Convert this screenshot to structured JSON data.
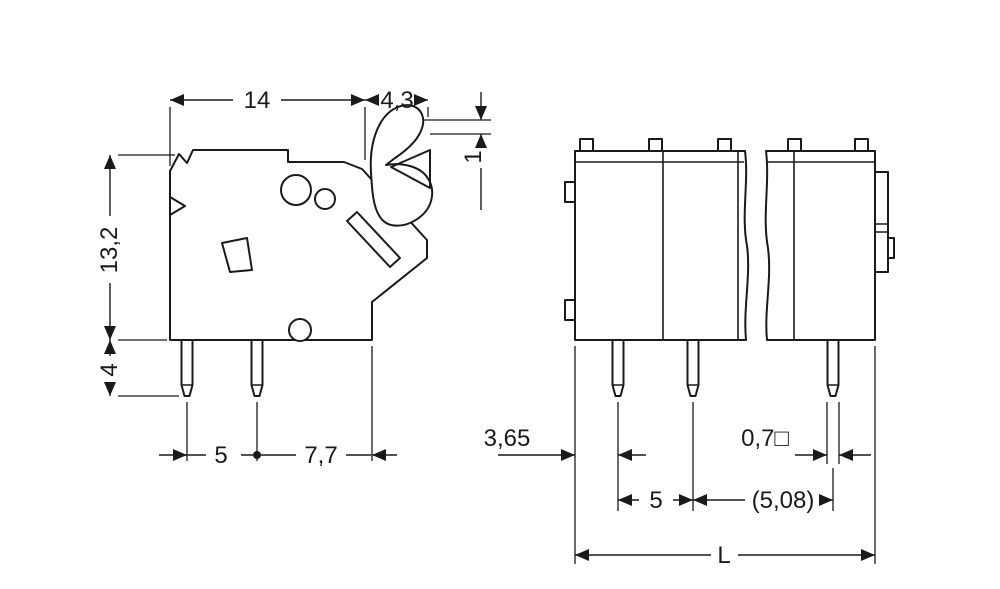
{
  "drawing": {
    "type": "technical-dimension-drawing",
    "colors": {
      "background": "#ffffff",
      "body": "#b4b9bb",
      "pin": "#cf9457",
      "line": "#1a1a1a"
    },
    "side_view": {
      "labels": {
        "overall_width": "14",
        "lever_width": "4,3",
        "lever_travel": "1",
        "body_height": "13,2",
        "pin_length": "4",
        "pin_pitch": "5",
        "pin_to_edge": "7,7"
      }
    },
    "front_view": {
      "labels": {
        "edge_to_pin": "3,65",
        "pin_cross_section": "0,7□",
        "pole_pitch": "5",
        "pole_pitch_alt": "(5,08)",
        "overall_length": "L"
      }
    }
  }
}
